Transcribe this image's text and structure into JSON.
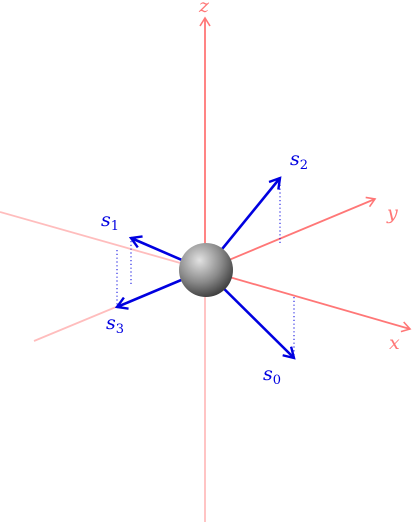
{
  "colors": {
    "axis": "#ff7777",
    "axis_faded": "#ffbdbd",
    "vector": "#0000e0",
    "sphere_light": "#d6d6d6",
    "sphere_dark": "#3a3a3a"
  },
  "axes": {
    "x": "x",
    "y": "y",
    "z": "z"
  },
  "vectors": [
    {
      "symbol": "s",
      "sub": "0"
    },
    {
      "symbol": "s",
      "sub": "1"
    },
    {
      "symbol": "s",
      "sub": "2"
    },
    {
      "symbol": "s",
      "sub": "3"
    }
  ]
}
